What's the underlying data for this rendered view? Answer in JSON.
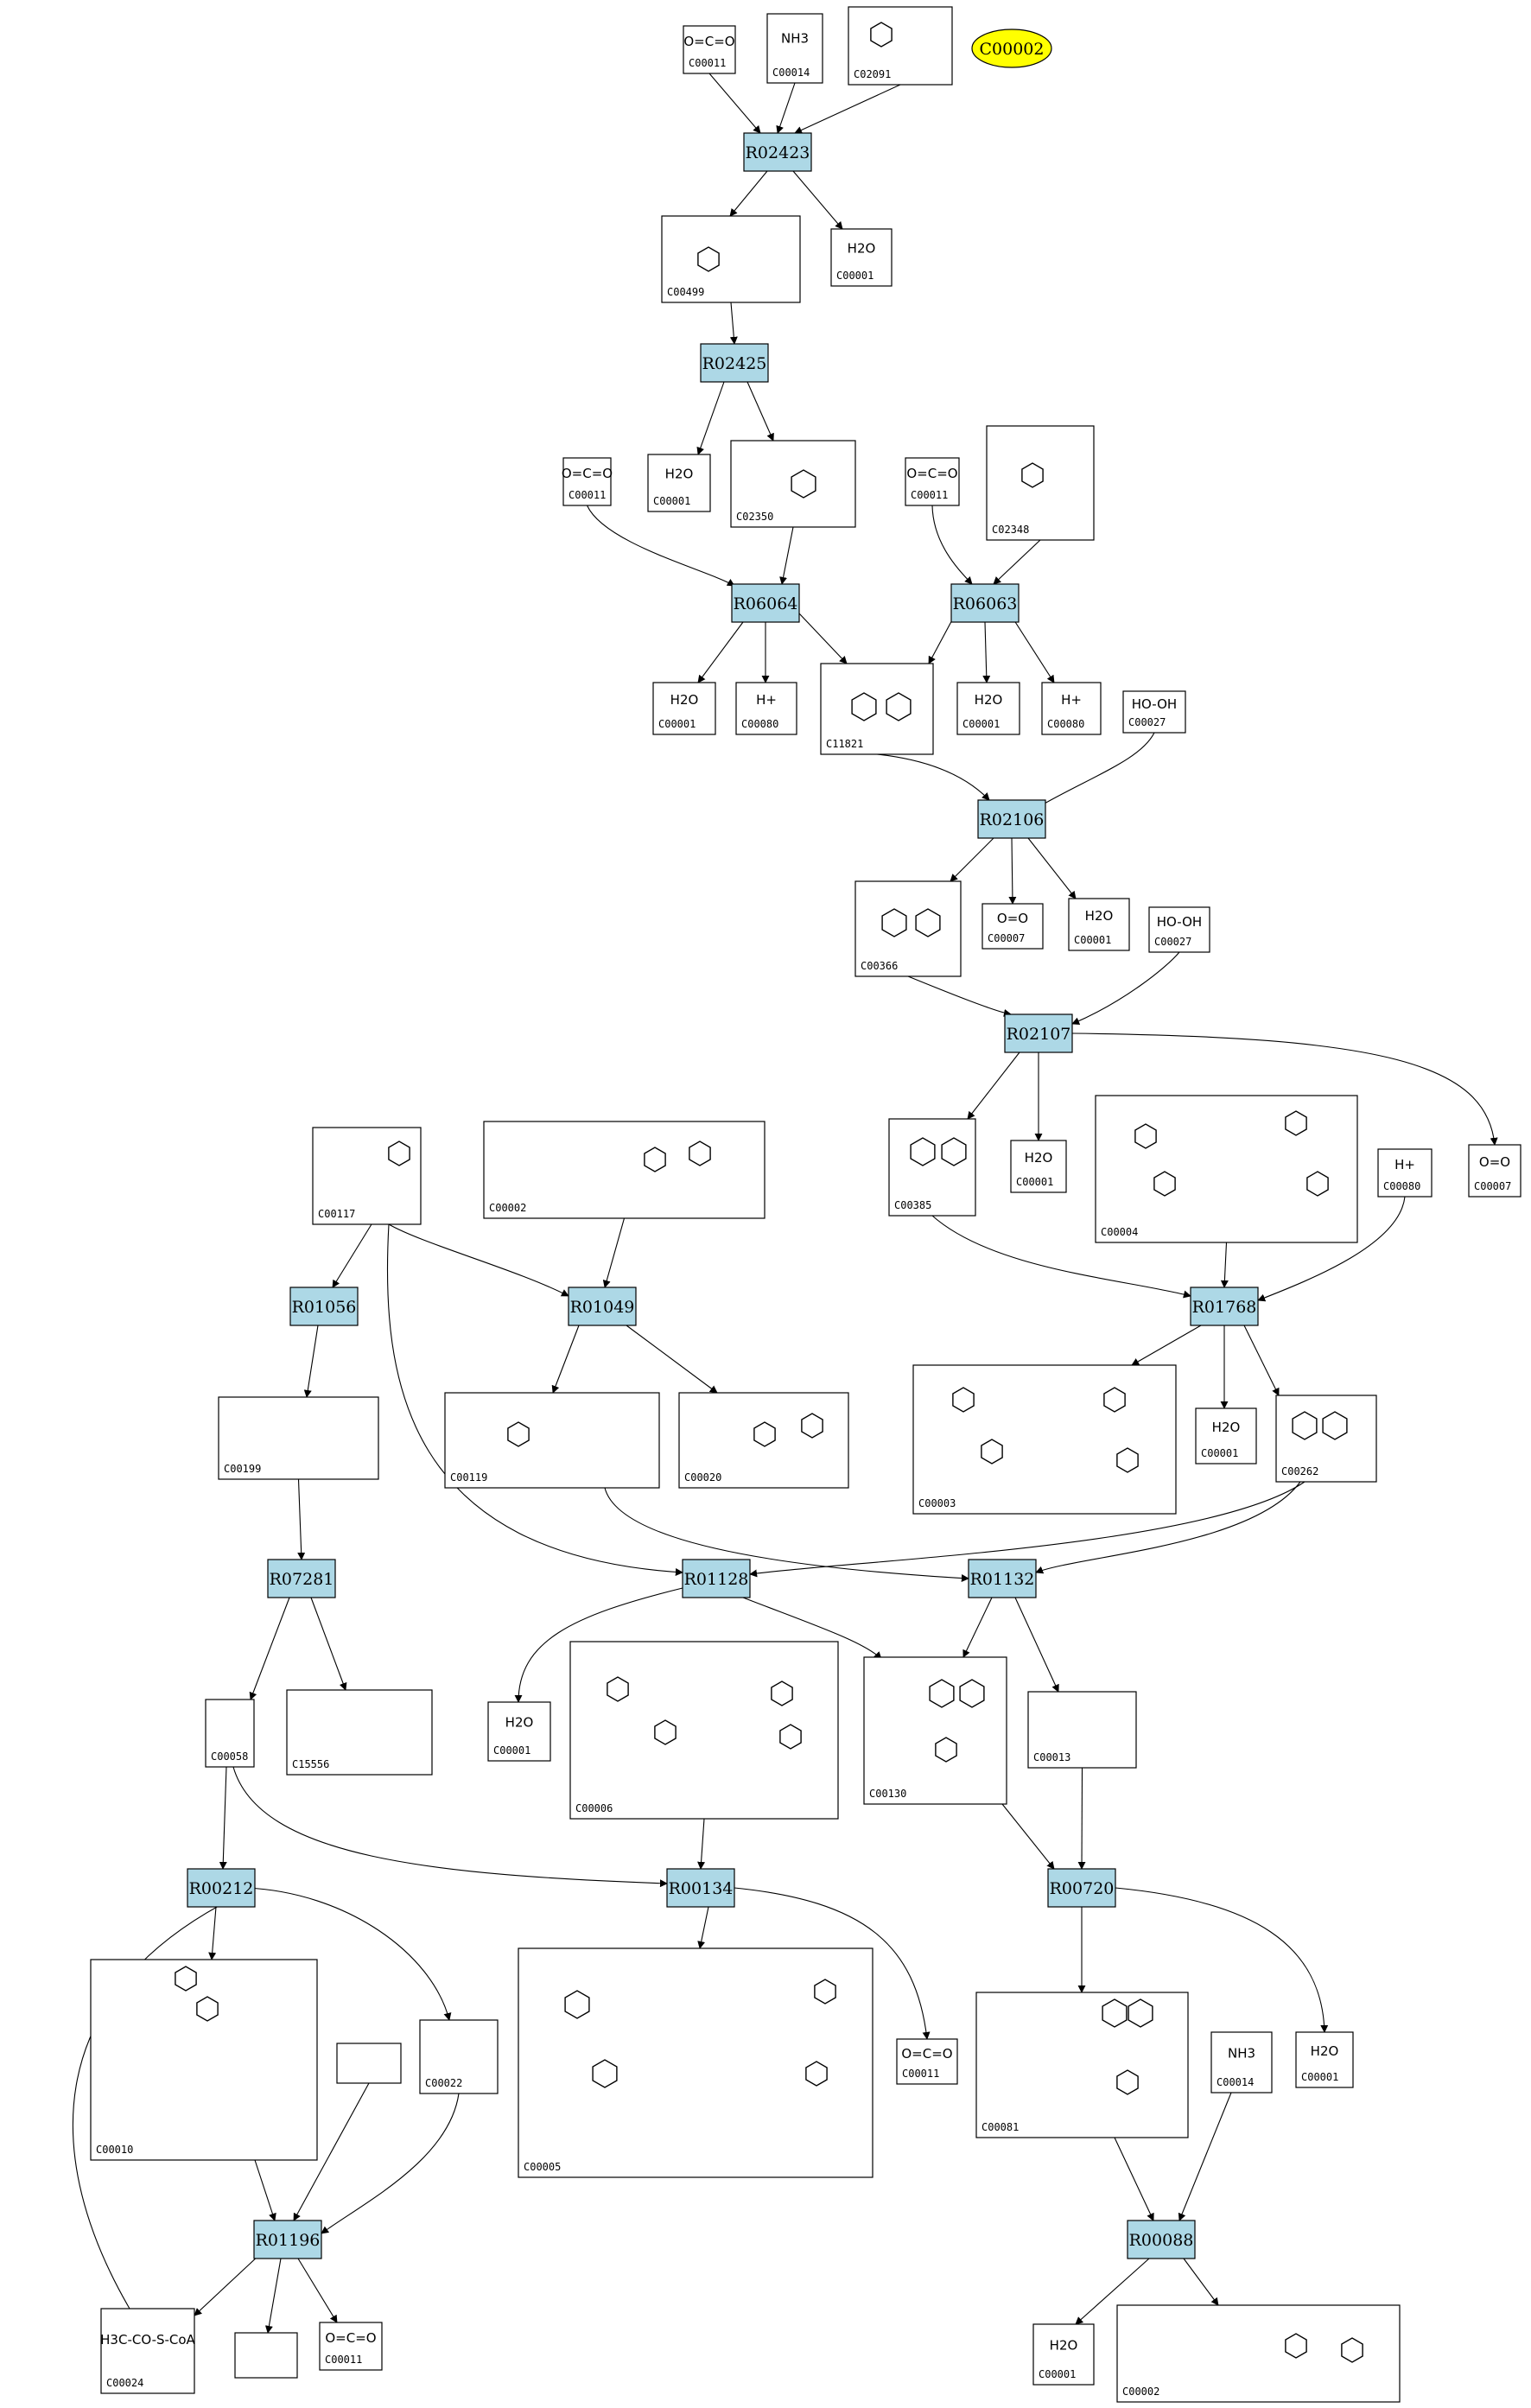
{
  "colors": {
    "reaction_fill": "#add8e6",
    "target_fill": "#ffff00",
    "line": "#000000"
  },
  "target": {
    "id": "C00002"
  },
  "reactions": [
    {
      "id": "R02423"
    },
    {
      "id": "R02425"
    },
    {
      "id": "R06064"
    },
    {
      "id": "R06063"
    },
    {
      "id": "R02106"
    },
    {
      "id": "R02107"
    },
    {
      "id": "R01056"
    },
    {
      "id": "R01049"
    },
    {
      "id": "R01768"
    },
    {
      "id": "R07281"
    },
    {
      "id": "R01128"
    },
    {
      "id": "R01132"
    },
    {
      "id": "R00212"
    },
    {
      "id": "R00134"
    },
    {
      "id": "R00720"
    },
    {
      "id": "R01196"
    },
    {
      "id": "R00088"
    }
  ],
  "compounds": [
    {
      "id": "C00011",
      "label": "O=C=O"
    },
    {
      "id": "C00014",
      "label": "NH3"
    },
    {
      "id": "C02091",
      "label": ""
    },
    {
      "id": "C00001",
      "label": "H2O"
    },
    {
      "id": "C00499",
      "label": ""
    },
    {
      "id": "C00011",
      "label": "O=C=O"
    },
    {
      "id": "C00001",
      "label": "H2O"
    },
    {
      "id": "C02350",
      "label": ""
    },
    {
      "id": "C00011",
      "label": "O=C=O"
    },
    {
      "id": "C02348",
      "label": ""
    },
    {
      "id": "C00001",
      "label": "H2O"
    },
    {
      "id": "C00080",
      "label": "H+"
    },
    {
      "id": "C11821",
      "label": ""
    },
    {
      "id": "C00001",
      "label": "H2O"
    },
    {
      "id": "C00080",
      "label": "H+"
    },
    {
      "id": "C00027",
      "label": "HO-OH"
    },
    {
      "id": "C00366",
      "label": ""
    },
    {
      "id": "C00007",
      "label": "O=O"
    },
    {
      "id": "C00001",
      "label": "H2O"
    },
    {
      "id": "C00027",
      "label": "HO-OH"
    },
    {
      "id": "C00117",
      "label": ""
    },
    {
      "id": "C00002",
      "label": ""
    },
    {
      "id": "C00385",
      "label": ""
    },
    {
      "id": "C00001",
      "label": "H2O"
    },
    {
      "id": "C00004",
      "label": ""
    },
    {
      "id": "C00080",
      "label": "H+"
    },
    {
      "id": "C00007",
      "label": "O=O"
    },
    {
      "id": "C00199",
      "label": ""
    },
    {
      "id": "C00119",
      "label": ""
    },
    {
      "id": "C00020",
      "label": ""
    },
    {
      "id": "C00003",
      "label": ""
    },
    {
      "id": "C00001",
      "label": "H2O"
    },
    {
      "id": "C00262",
      "label": ""
    },
    {
      "id": "C00058",
      "label": ""
    },
    {
      "id": "C15556",
      "label": ""
    },
    {
      "id": "C00001",
      "label": "H2O"
    },
    {
      "id": "C00006",
      "label": ""
    },
    {
      "id": "C00130",
      "label": ""
    },
    {
      "id": "C00013",
      "label": ""
    },
    {
      "id": "C00010",
      "label": ""
    },
    {
      "id": "",
      "label": ""
    },
    {
      "id": "C00022",
      "label": ""
    },
    {
      "id": "C00005",
      "label": ""
    },
    {
      "id": "C00011",
      "label": "O=C=O"
    },
    {
      "id": "C00081",
      "label": ""
    },
    {
      "id": "C00014",
      "label": "NH3"
    },
    {
      "id": "C00001",
      "label": "H2O"
    },
    {
      "id": "C00024",
      "label": "H3C-CO-S-CoA"
    },
    {
      "id": "",
      "label": ""
    },
    {
      "id": "C00011",
      "label": "O=C=O"
    },
    {
      "id": "C00001",
      "label": "H2O"
    },
    {
      "id": "C00002",
      "label": ""
    }
  ]
}
